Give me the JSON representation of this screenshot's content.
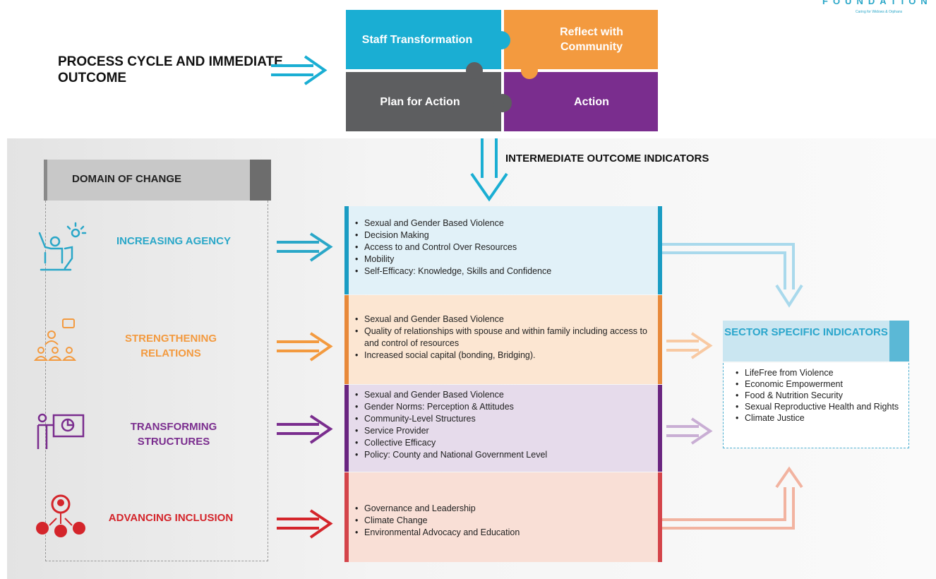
{
  "brand": {
    "word": "FOUNDATION",
    "tagline": "Caring for Widows & Orphans"
  },
  "process": {
    "title": "PROCESS CYCLE AND IMMEDIATE OUTCOME"
  },
  "puzzle": [
    {
      "label": "Staff Transformation",
      "color": "#1aaed3"
    },
    {
      "label": "Reflect with Community",
      "color": "#f39a3f"
    },
    {
      "label": "Plan for Action",
      "color": "#5d5e60"
    },
    {
      "label": "Action",
      "color": "#7a2d8e"
    }
  ],
  "intermediate_label": "INTERMEDIATE OUTCOME INDICATORS",
  "domain_title": "DOMAIN OF CHANGE",
  "domains": [
    {
      "label": "INCREASING AGENCY",
      "icon": "presenter-lightbulb-icon",
      "color": "#2aa7c8",
      "edge": "#1a9cc3",
      "indicators": [
        "Sexual and Gender Based Violence",
        "Decision Making",
        "Access to and Control Over Resources",
        "Mobility",
        "Self-Efficacy: Knowledge, Skills and Confidence"
      ]
    },
    {
      "label": "STRENGTHENING RELATIONS",
      "icon": "group-chat-icon",
      "color": "#f39a3f",
      "edge": "#e8893a",
      "indicators": [
        "Sexual and Gender Based Violence",
        "Quality of relationships with spouse and within family including access to and control of resources",
        "Increased social capital (bonding, Bridging)."
      ]
    },
    {
      "label": "TRANSFORMING STRUCTURES",
      "icon": "presentation-board-icon",
      "color": "#7a2d8e",
      "edge": "#6a2580",
      "indicators": [
        "Sexual and Gender Based Violence",
        "Gender Norms: Perception & Attitudes",
        "Community-Level Structures",
        "Service Provider",
        "Collective Efficacy",
        "Policy: County and National Government Level"
      ]
    },
    {
      "label": "ADVANCING INCLUSION",
      "icon": "people-network-icon",
      "color": "#d4252b",
      "edge": "#d4444a",
      "indicators": [
        "Governance and Leadership",
        "Climate Change",
        "Environmental Advocacy and Education"
      ]
    }
  ],
  "sector": {
    "title": "SECTOR SPECIFIC INDICATORS",
    "items": [
      "LifeFree from Violence",
      "Economic Empowerment",
      "Food & Nutrition Security",
      "Sexual Reproductive Health and Rights",
      "Climate Justice"
    ]
  }
}
